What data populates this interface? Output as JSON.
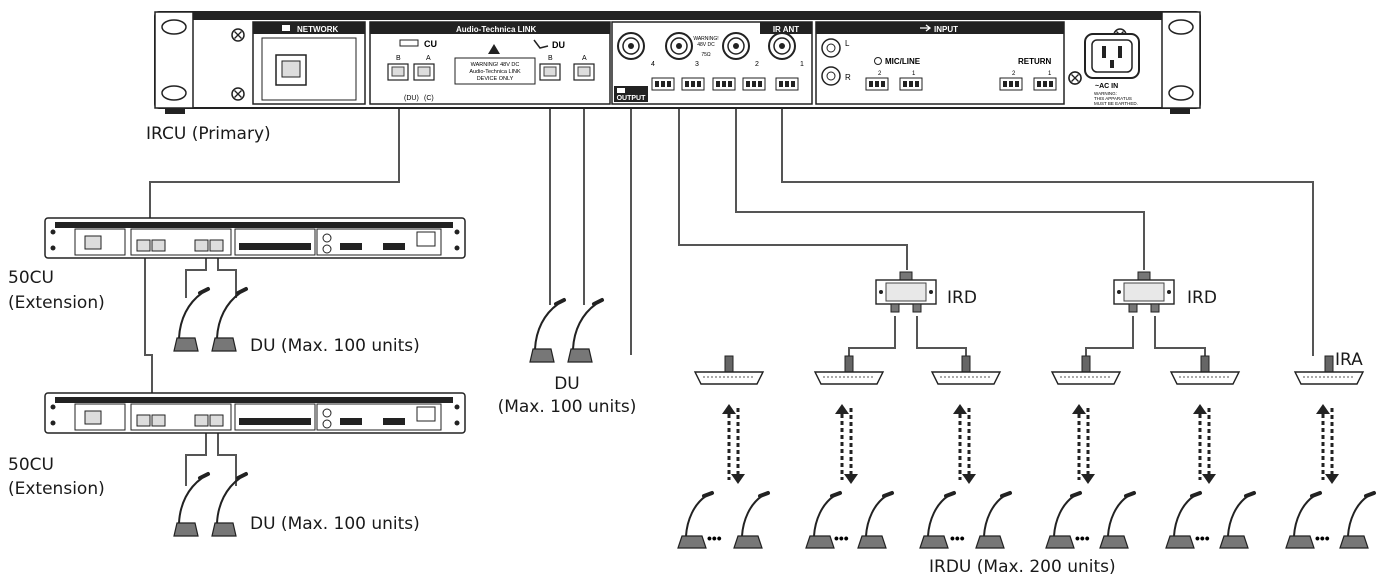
{
  "colors": {
    "line": "#555555",
    "dark": "#222222",
    "panel": "#f4f4f4",
    "white": "#ffffff"
  },
  "labels": {
    "ircu": "IRCU (Primary)",
    "cu50_a_line1": "50CU",
    "cu50_a_line2": "(Extension)",
    "cu50_b_line1": "50CU",
    "cu50_b_line2": "(Extension)",
    "du_cu_a": "DU (Max. 100 units)",
    "du_cu_b": "DU (Max. 100 units)",
    "du_center_line1": "DU",
    "du_center_line2": "(Max. 100 units)",
    "ird_1": "IRD",
    "ird_2": "IRD",
    "ira": "IRA",
    "irdu": "IRDU (Max. 200 units)"
  },
  "ircu_panel": {
    "network": "NETWORK",
    "audio_link": "Audio-Technica LINK",
    "cu": "CU",
    "port_b": "B",
    "port_a": "A",
    "du_ports": "DU",
    "du_port_b": "B",
    "du_port_a": "A",
    "du_marker": "(DU)",
    "c_marker": "(C)",
    "warning_l1": "WARNING! 48V DC",
    "warning_l2": "Audio-Technica LINK",
    "warning_l3": "DEVICE ONLY",
    "ir_ant": "IR ANT",
    "ant_warning_l1": "WARNING!",
    "ant_warning_l2": "48V DC",
    "ant_ohm": "75Ω",
    "ant_4": "4",
    "ant_3": "3",
    "ant_2": "2",
    "ant_1": "1",
    "output": "OUTPUT",
    "input": "INPUT",
    "mic_line": "MIC/LINE",
    "return": "RETURN",
    "ch_2": "2",
    "ch_1": "1",
    "ch_r2": "2",
    "ch_r1": "1",
    "rca_l": "L",
    "rca_r": "R",
    "ac_in": "~AC IN",
    "earth_l1": "WARNING:",
    "earth_l2": "THIS APPARATUS",
    "earth_l3": "MUST BE EARTHED."
  },
  "icons": [
    "network-icon",
    "warning-icon",
    "output-icon",
    "input-icon",
    "du-arrow-icon",
    "mic-line-icon",
    "ac-inlet-icon",
    "ground-icon"
  ]
}
